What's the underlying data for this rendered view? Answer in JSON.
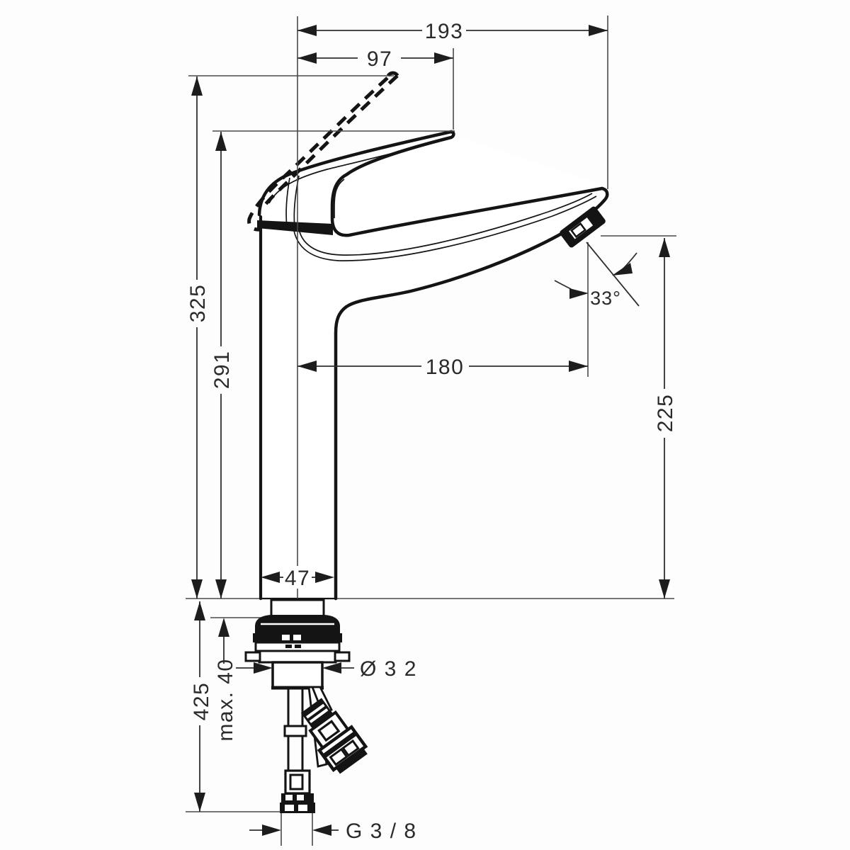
{
  "dims": {
    "total_reach": "193",
    "handle_reach": "97",
    "total_height": "325",
    "handle_height": "291",
    "spout_reach": "180",
    "spout_outlet_height": "225",
    "spout_angle": "33°",
    "body_width": "47",
    "installation_length": "425",
    "max_mounting_thickness": "max. 40",
    "tap_hole_diameter": "Ø 3 2",
    "connection_thread": "G 3 / 8"
  }
}
